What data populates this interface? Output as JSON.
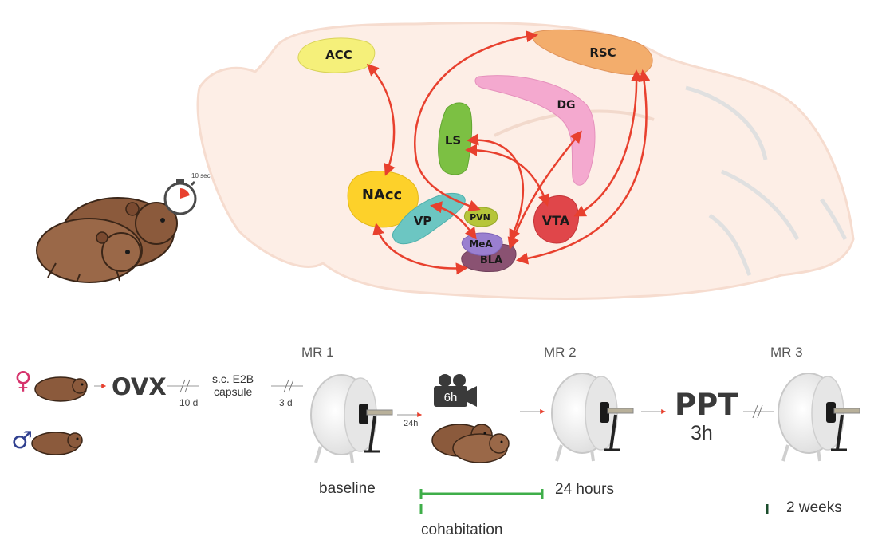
{
  "brain": {
    "regions": {
      "acc": "ACC",
      "rsc": "RSC",
      "dg": "DG",
      "ls": "LS",
      "nacc": "NAcc",
      "vp": "VP",
      "pvn": "PVN",
      "vta": "VTA",
      "mea": "MeA",
      "bla": "BLA"
    }
  },
  "timer": {
    "label": "10 sec"
  },
  "timeline": {
    "female_symbol": "♀",
    "male_symbol": "♂",
    "ovx": "OVX",
    "gap_1": "10 d",
    "injection_line1": "s.c. E2B",
    "injection_line2": "capsule",
    "gap_2": "3 d",
    "mr1": "MR 1",
    "gap_3": "24h",
    "camera_hours": "6h",
    "mr2": "MR 2",
    "ppt": "PPT",
    "ppt_duration": "3h",
    "mr3": "MR 3",
    "baseline": "baseline",
    "duration_24h": "24 hours",
    "duration_2w": "2 weeks",
    "cohabitation": "cohabitation"
  },
  "colors": {
    "arrow": "#e8402e",
    "brain_fill": "#fdeee6",
    "timeline_green": "#3fae49",
    "timeline_dark_green": "#1b4d2c",
    "female": "#d6336c",
    "male": "#2f3f8f"
  }
}
